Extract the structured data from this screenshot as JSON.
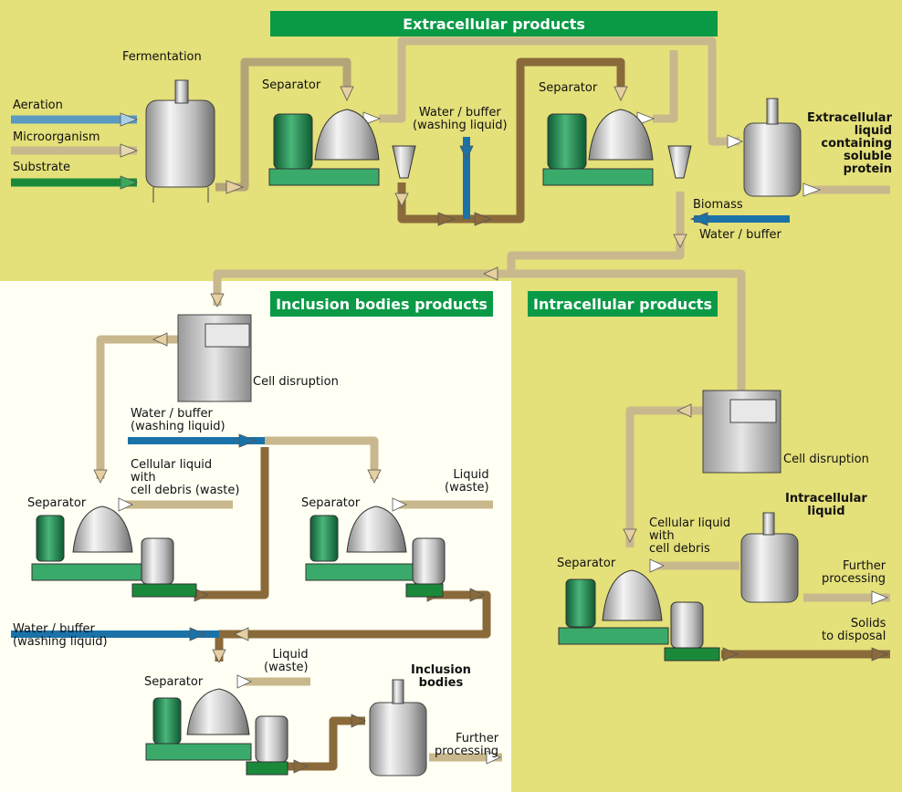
{
  "banners": {
    "extracellular": "Extracellular products",
    "inclusion": "Inclusion bodies products",
    "intracellular": "Intracellular products"
  },
  "labels": {
    "fermentation": "Fermentation",
    "aeration": "Aeration",
    "microorganism": "Microorganism",
    "substrate": "Substrate",
    "separator_1": "Separator",
    "separator_2": "Separator",
    "wash_water_top": "Water / buffer\n(washing liquid)",
    "extracellular_liquid": "Extracellular\nliquid\ncontaining\nsoluble\nprotein",
    "biomass": "Biomass",
    "water_buffer_right": "Water / buffer",
    "cell_disruption_left": "Cell disruption",
    "cell_disruption_right": "Cell disruption",
    "wash_water_mid": "Water / buffer\n(washing liquid)",
    "cellular_liquid_waste": "Cellular liquid\nwith\ncell debris (waste)",
    "separator_3": "Separator",
    "separator_4": "Separator",
    "liquid_waste_1": "Liquid\n(waste)",
    "wash_water_low": "Water / buffer\n(washing liquid)",
    "separator_5": "Separator",
    "liquid_waste_2": "Liquid\n(waste)",
    "inclusion_bodies": "Inclusion\nbodies",
    "further_processing_1": "Further\nprocessing",
    "intracellular_liquid": "Intracellular\nliquid",
    "cellular_liquid_debris": "Cellular liquid\nwith\ncell debris",
    "separator_6": "Separator",
    "further_processing_2": "Further\nprocessing",
    "solids_disposal": "Solids\nto disposal"
  },
  "colors": {
    "extracellular_bg": "#e4e07a",
    "inclusion_bg": "#fffff4",
    "banner": "#0a9a46",
    "pipe_tan": "#c9b88d",
    "pipe_brown": "#8a6a3a",
    "pipe_blue": "#1a72a8",
    "pipe_green": "#1a8a3a"
  }
}
